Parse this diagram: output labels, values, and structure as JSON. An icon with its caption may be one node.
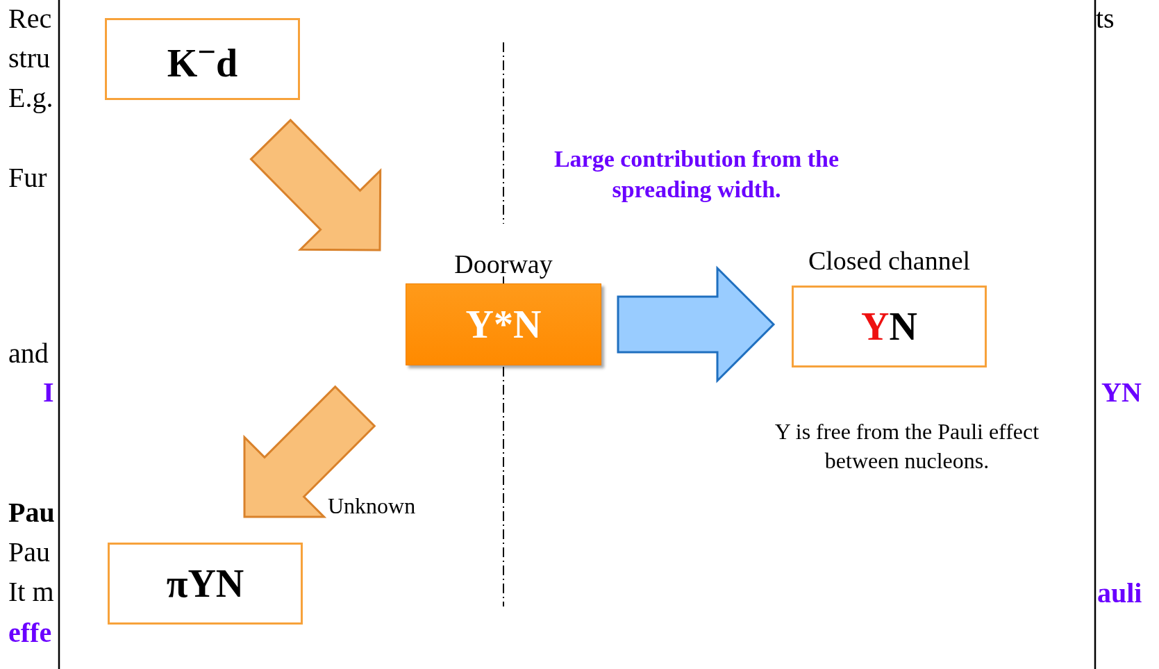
{
  "diagram": {
    "nodes": [
      {
        "text": [
          "K$^{−}$d"
        ]
      },
      {
        "text": [
          "Doorway",
          "Y*N"
        ]
      },
      {
        "text": [
          "Closed channel",
          "YN"
        ],
        "beside": [
          "Y is free from the Pauli effect between nucleons."
        ]
      },
      {
        "text": [
          "πYN"
        ]
      }
    ],
    "edges": [
      {
        "from": 0,
        "to": 1,
        "arrow": "to"
      },
      {
        "from": 1,
        "to": 3,
        "arrow": "to",
        "label": "Unknown"
      },
      {
        "from": 1,
        "to": 2,
        "arrow": "to",
        "color": "#99ccff"
      }
    ],
    "labels": [
      "Large contribution from the spreading width.",
      "Rec",
      "stru",
      "E.g.",
      "Fur",
      "and",
      "I",
      "Pau",
      "Pau",
      "It m",
      "effe",
      "ts",
      "YN",
      "auli"
    ]
  }
}
